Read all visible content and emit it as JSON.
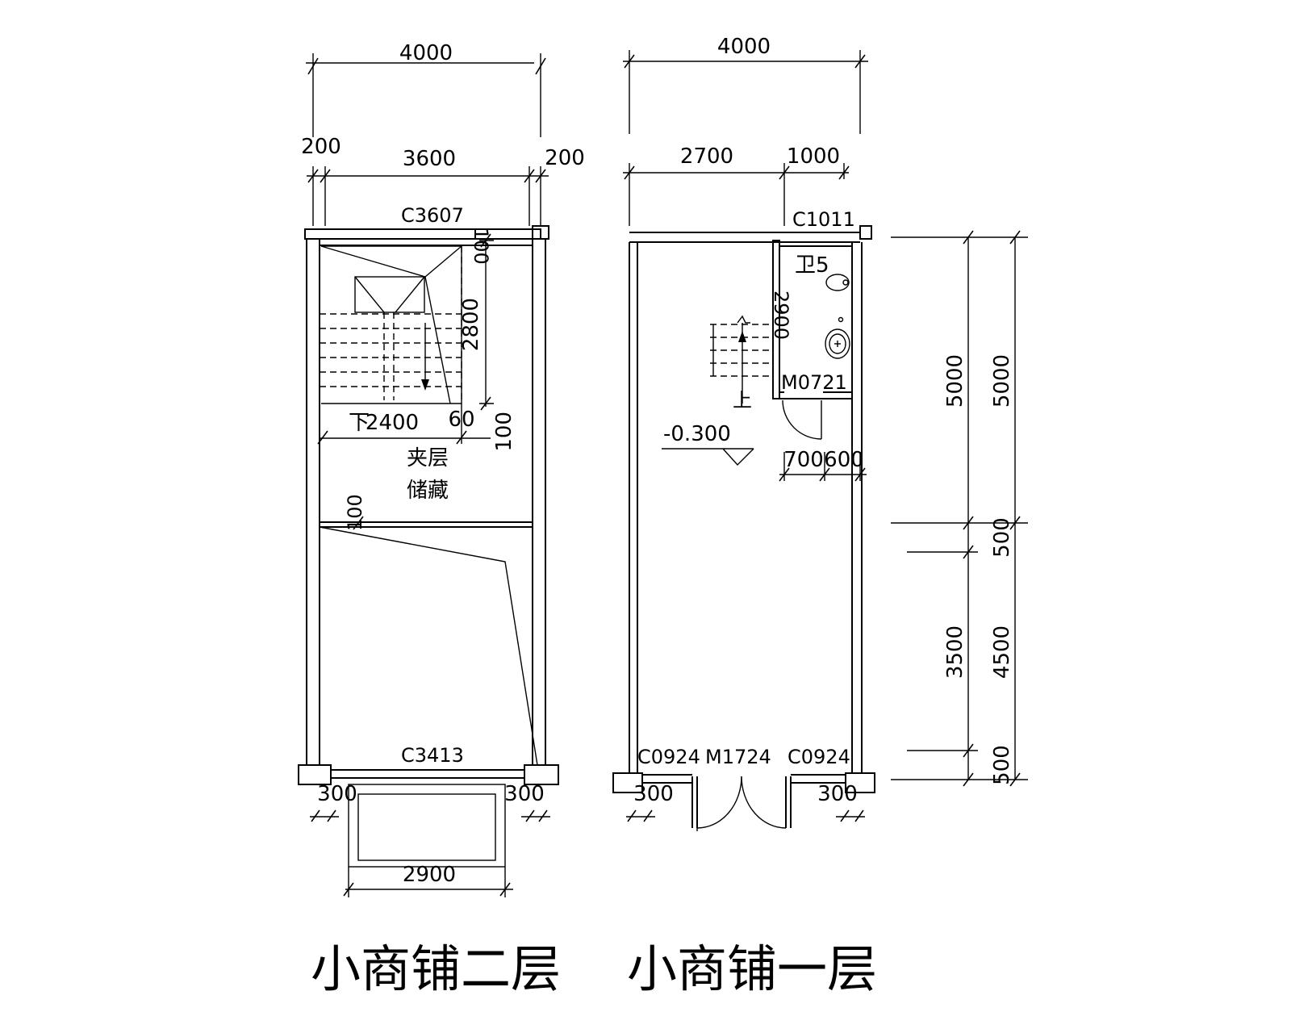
{
  "floor2": {
    "title": "小商铺二层",
    "dim_total_width": "4000",
    "dim_left_wall": "200",
    "dim_inner_width": "3600",
    "dim_right_wall": "200",
    "window_top": "C3607",
    "dim_sill_top": "100",
    "dim_stair_length": "2800",
    "dim_stair_width": "2400",
    "dim_gap": "60",
    "dim_edge_bottom": "100",
    "stair_down": "下",
    "room_line1": "夹层",
    "room_line2": "储藏",
    "dim_beam": "100",
    "window_bottom": "C3413",
    "dim_bottom_left": "300",
    "dim_bottom_right": "300",
    "dim_canopy": "2900"
  },
  "floor1": {
    "title": "小商铺一层",
    "dim_total_width": "4000",
    "dim_left_part": "2700",
    "dim_right_part": "1000",
    "window_wc": "C1011",
    "wc_label": "卫5",
    "dim_stair": "2900",
    "door_wc": "M0721",
    "stair_up": "上",
    "level": "-0.300",
    "dim_door_a": "700",
    "dim_door_b": "600",
    "dim_5000_a": "5000",
    "dim_5000_b": "5000",
    "dim_500_a": "500",
    "dim_3500": "3500",
    "dim_4500": "4500",
    "dim_500_b": "500",
    "window_left": "C0924",
    "door_main": "M1724",
    "window_right": "C0924",
    "dim_bottom_left": "300",
    "dim_bottom_right": "300"
  }
}
